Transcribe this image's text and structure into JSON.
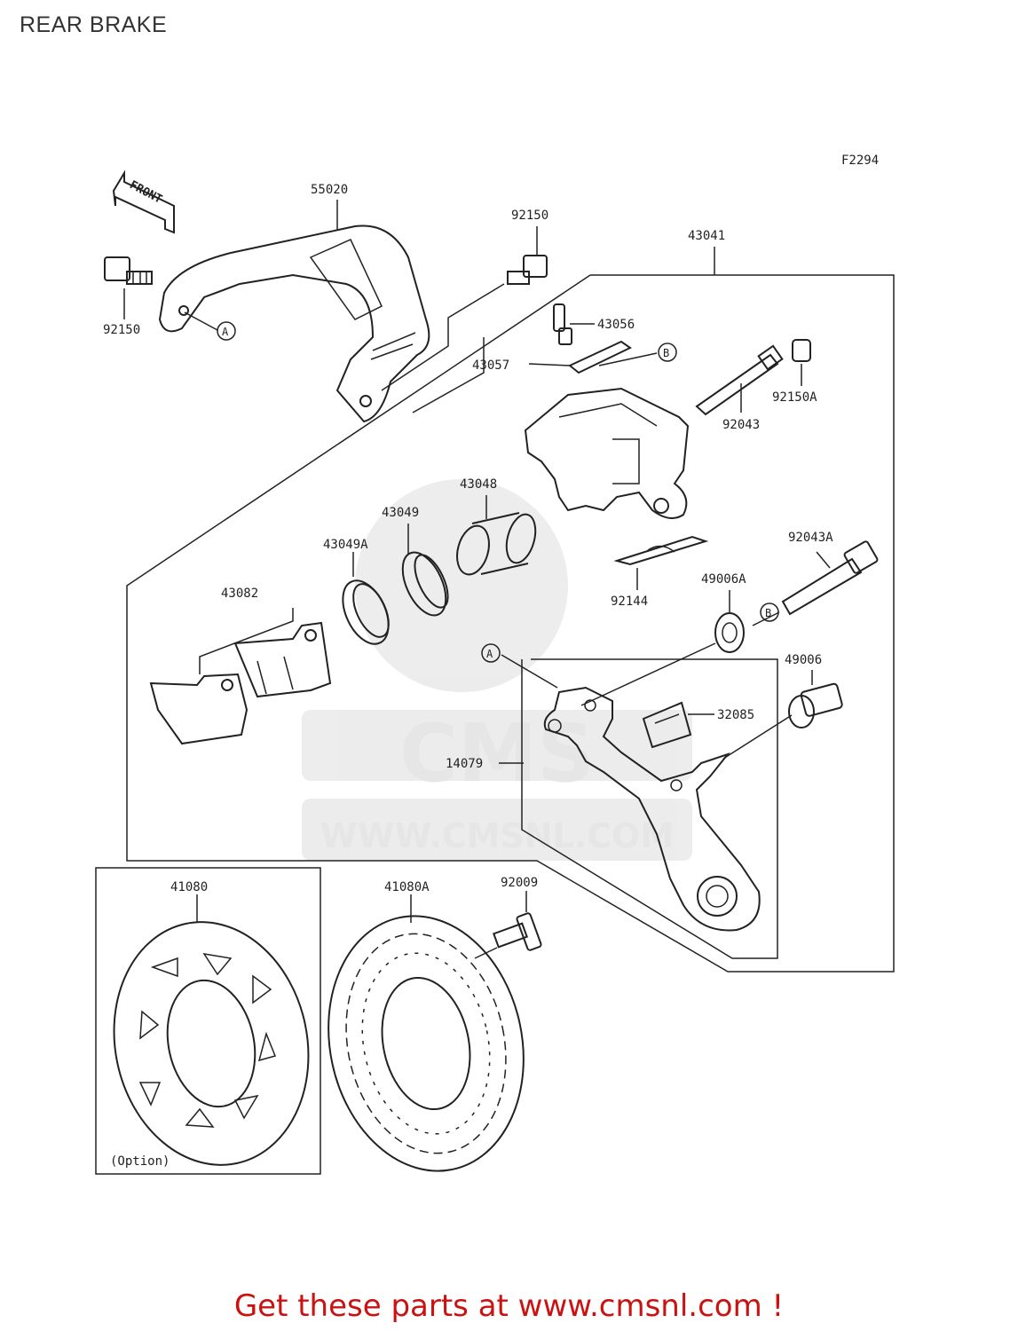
{
  "header": {
    "title": "REAR BRAKE"
  },
  "diagram": {
    "figure_code": "F2294",
    "direction_tag": "FRONT",
    "watermark": {
      "logo": "CMS",
      "url": "WWW.CMSNL.COM"
    },
    "ref_markers": {
      "a": "A",
      "b": "B"
    },
    "option_note": "(Option)",
    "parts": {
      "p55020": "55020",
      "p92150_top": "92150",
      "p92150_left": "92150",
      "p43041": "43041",
      "p43056": "43056",
      "p43057": "43057",
      "p92043": "92043",
      "p92150A": "92150A",
      "p43048": "43048",
      "p43049": "43049",
      "p43049A": "43049A",
      "p43082": "43082",
      "p92144": "92144",
      "p92043A": "92043A",
      "p49006A": "49006A",
      "p49006": "49006",
      "p32085": "32085",
      "p14079": "14079",
      "p41080": "41080",
      "p41080A": "41080A",
      "p92009": "92009"
    }
  },
  "footer": {
    "text": "Get these parts at www.cmsnl.com !"
  }
}
